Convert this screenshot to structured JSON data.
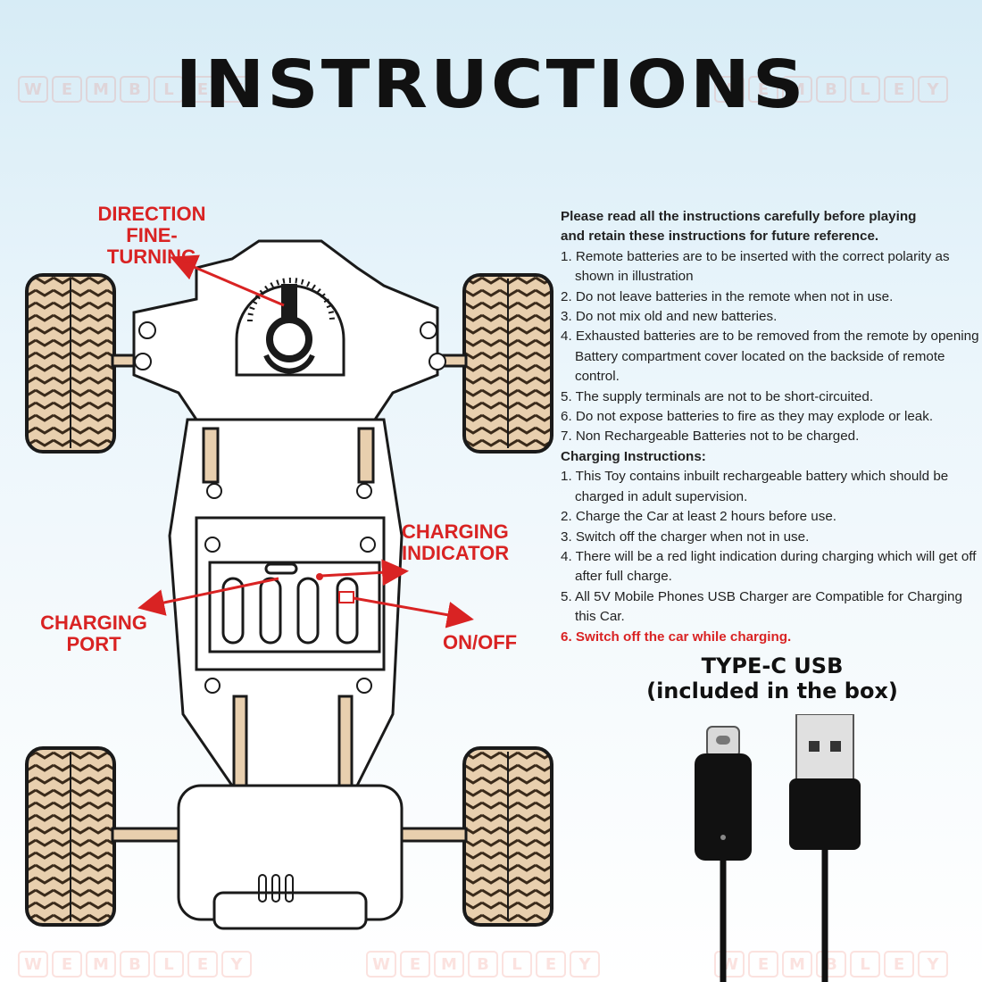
{
  "title": "INSTRUCTIONS",
  "watermark": {
    "brand": "WEMBLEY"
  },
  "labels": {
    "direction_line1": "DIRECTION",
    "direction_line2": "FINE-TURNING",
    "charging_indicator_line1": "CHARGING",
    "charging_indicator_line2": "INDICATOR",
    "charging_port": "CHARGING PORT",
    "on_off": "ON/OFF"
  },
  "instructions": {
    "intro_line1": "Please read all the instructions carefully before playing",
    "intro_line2": "and retain these instructions for future reference.",
    "battery_items": [
      "1. Remote batteries are to be inserted with the correct polarity as shown in illustration",
      "2. Do not leave batteries in the remote when not in use.",
      "3. Do not mix old and new batteries.",
      "4. Exhausted batteries are to be removed from the remote by opening Battery compartment cover located on the backside of remote control.",
      "5. The supply terminals are not to be short-circuited.",
      "6. Do not expose batteries to fire as they may explode or leak.",
      "7. Non Rechargeable Batteries not to be charged."
    ],
    "charging_heading": "Charging Instructions:",
    "charging_items": [
      "1. This Toy contains inbuilt rechargeable battery which should be charged in adult supervision.",
      "2. Charge the Car at least 2 hours before use.",
      "3. Switch off the charger when not in use.",
      "4. There will be a red light indication during charging which will get off after full charge.",
      "5. All 5V Mobile Phones USB Charger are Compatible for Charging this Car."
    ],
    "charging_warning": "6. Switch off the car while charging."
  },
  "usb": {
    "title": "TYPE-C USB",
    "subtitle": "(included in the box)"
  },
  "colors": {
    "accent_red": "#d92323",
    "tire_fill": "#e8cfae",
    "line": "#1a1a1a"
  }
}
